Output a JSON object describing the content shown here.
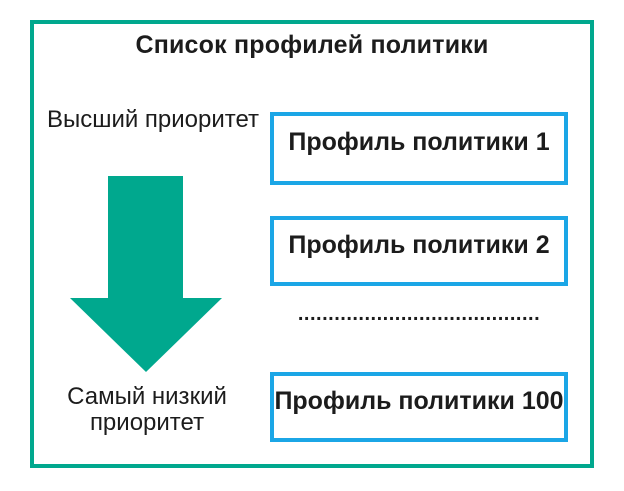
{
  "colors": {
    "accent_teal": "#00a88e",
    "profile_box_border_blue": "#1ba6e6",
    "text": "#1c1c1c",
    "background": "#ffffff"
  },
  "diagram": {
    "title": "Список профилей политики",
    "highest_priority_label": "Высший приоритет",
    "lowest_priority_label": "Самый низкий\nприоритет",
    "profiles": [
      {
        "label": "Профиль политики 1"
      },
      {
        "label": "Профиль политики 2"
      },
      {
        "label": "Профиль политики 100"
      }
    ],
    "ellipsis": "........................................"
  }
}
